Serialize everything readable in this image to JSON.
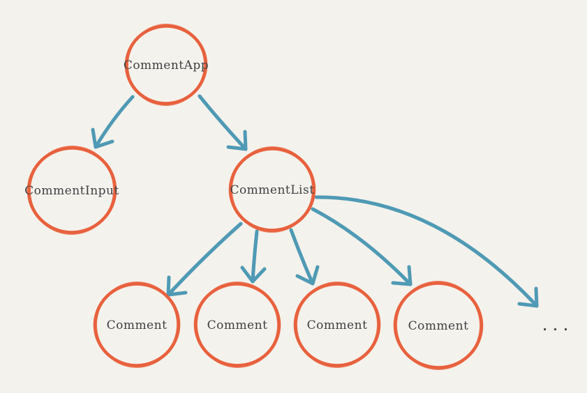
{
  "diagram": {
    "nodes": [
      {
        "id": "comment-app",
        "label": "CommentApp"
      },
      {
        "id": "comment-input",
        "label": "CommentInput"
      },
      {
        "id": "comment-list",
        "label": "CommentList"
      },
      {
        "id": "comment-1",
        "label": "Comment"
      },
      {
        "id": "comment-2",
        "label": "Comment"
      },
      {
        "id": "comment-3",
        "label": "Comment"
      },
      {
        "id": "comment-4",
        "label": "Comment"
      }
    ],
    "more_label": "...",
    "edges": [
      {
        "from": "CommentApp",
        "to": "CommentInput"
      },
      {
        "from": "CommentApp",
        "to": "CommentList"
      },
      {
        "from": "CommentList",
        "to": "Comment"
      },
      {
        "from": "CommentList",
        "to": "Comment"
      },
      {
        "from": "CommentList",
        "to": "Comment"
      },
      {
        "from": "CommentList",
        "to": "Comment"
      },
      {
        "from": "CommentList",
        "to": "..."
      }
    ],
    "colors": {
      "background": "#f4f2ec",
      "node_stroke": "#e8613e",
      "arrow": "#4f9ab5",
      "label": "#3e3f42"
    }
  }
}
